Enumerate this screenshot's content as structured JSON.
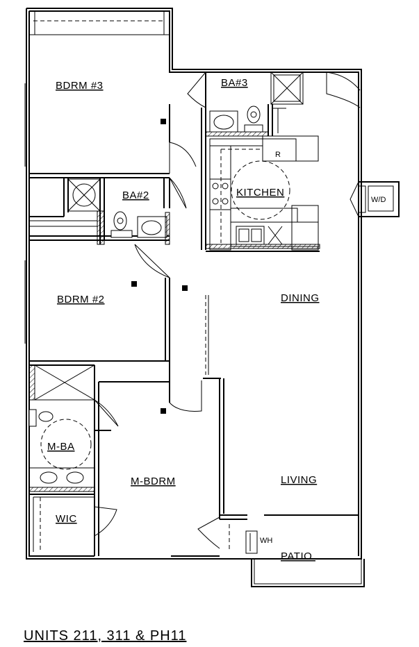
{
  "rooms": {
    "bdrm3": "BDRM #3",
    "ba3": "BA#3",
    "ba2": "BA#2",
    "kitchen": "KITCHEN",
    "bdrm2": "BDRM #2",
    "dining": "DINING",
    "mba": "M-BA",
    "mbdrm": "M-BDRM",
    "living": "LIVING",
    "wic": "WIC",
    "patio": "PATIO."
  },
  "fixtures": {
    "refrigerator": "R",
    "washer_dryer": "W/D",
    "water_heater": "WH"
  },
  "caption": "UNITS  211,  311  &  PH11"
}
